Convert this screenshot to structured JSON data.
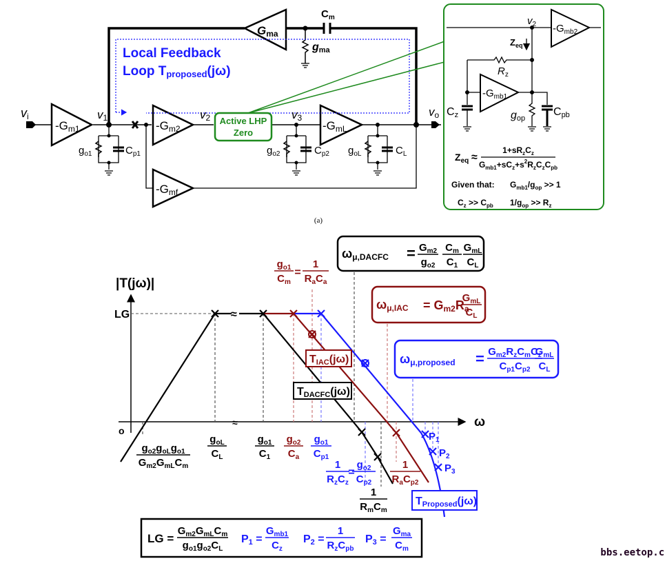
{
  "colors": {
    "black": "#000000",
    "blue": "#1a1aff",
    "darkred": "#8b1010",
    "green": "#1e8a1e",
    "gray": "#555555"
  },
  "circuit": {
    "caption": "(a)",
    "nodes": {
      "vi": "v",
      "vi_sub": "i",
      "v1": "v",
      "v1_sub": "1",
      "v2": "v",
      "v2_sub": "2",
      "v3": "v",
      "v3_sub": "3",
      "vo": "v",
      "vo_sub": "o"
    },
    "amplifiers": {
      "gm1": {
        "main": "-G",
        "sub": "m1"
      },
      "gm2": {
        "main": "-G",
        "sub": "m2"
      },
      "gml": {
        "main": "-G",
        "sub": "mL"
      },
      "gmf": {
        "main": "-G",
        "sub": "mf"
      },
      "gma": {
        "main": "G",
        "sub": "ma"
      }
    },
    "components": {
      "go1": {
        "main": "g",
        "sub": "o1"
      },
      "cp1": {
        "main": "C",
        "sub": "p1"
      },
      "go2": {
        "main": "g",
        "sub": "o2"
      },
      "cp2": {
        "main": "C",
        "sub": "p2"
      },
      "gol": {
        "main": "g",
        "sub": "oL"
      },
      "cl": {
        "main": "C",
        "sub": "L"
      },
      "cm": {
        "main": "C",
        "sub": "m"
      },
      "gma_r": {
        "main": "g",
        "sub": "ma"
      }
    },
    "local_feedback": {
      "line1": "Local Feedback",
      "line2_main": "Loop T",
      "line2_sub": "proposed",
      "line2_tail": "(jω)"
    },
    "active_zero": {
      "line1": "Active LHP",
      "line2": "Zero"
    }
  },
  "inset": {
    "v2": "v",
    "v2_sub": "2",
    "gmb2": {
      "main": "-G",
      "sub": "mb2"
    },
    "gmb1": {
      "main": "-G",
      "sub": "mb1"
    },
    "zeq": {
      "main": "Z",
      "sub": "eq"
    },
    "rz": {
      "main": "R",
      "sub": "z"
    },
    "cz": {
      "main": "C",
      "sub": "z"
    },
    "gop": {
      "main": "g",
      "sub": "op"
    },
    "cpb": {
      "main": "C",
      "sub": "pb"
    },
    "formula_lhs": "Z",
    "formula_lhs_sub": "eq",
    "approx": "≈",
    "numerator": "1+sR₂C₂",
    "numerator_parts": [
      "1+sR",
      "z",
      "C",
      "z"
    ],
    "denominator_parts": [
      "G",
      "mb1",
      "+sC",
      "z",
      "+s",
      "2",
      "R",
      "z",
      "C",
      "z",
      "C",
      "pb"
    ],
    "given_label": "Given that:",
    "given1": [
      "G",
      "mb1",
      "/g",
      "op",
      " >> 1"
    ],
    "given2": [
      "C",
      "z",
      " >> C",
      "pb"
    ],
    "given3": [
      "1/g",
      "op",
      " >> R",
      "z"
    ]
  },
  "chart_data": {
    "type": "line",
    "title": "",
    "ylabel": "|T(jω)|",
    "xlabel": "ω",
    "y_tick_labels": [
      "LG",
      "0"
    ],
    "origin_label": "o",
    "axis_break": "≈",
    "series": [
      {
        "name": "T_DACFC(jω)",
        "label_main": "T",
        "label_sub": "DACFC",
        "label_tail": "(jω)",
        "color": "#000000",
        "breakpoints": [
          "g_o2 g_oL g_o1 / G_m2 G_mL C_m (0 dB crossing, rising)",
          "g_oL/C_L",
          "g_o1/C_1",
          "ω_μ,DACFC",
          "1/R_mC_m"
        ]
      },
      {
        "name": "T_IAC(jω)",
        "label_main": "T",
        "label_sub": "IAC",
        "label_tail": "(jω)",
        "color": "#8b1010",
        "breakpoints": [
          "g_o2/C_a",
          "g_o1/C_m = 1/R_aC_a",
          "ω_μ,IAC",
          "1/R_aC_p2"
        ]
      },
      {
        "name": "T_Proposed(jω)",
        "label_main": "T",
        "label_sub": "Proposed",
        "label_tail": "(jω)",
        "color": "#1a1aff",
        "breakpoints": [
          "g_o1/C_p1",
          "1/R_zC_z = g_o2/C_p2",
          "ω_μ,proposed",
          "P1",
          "P2",
          "P3"
        ]
      }
    ],
    "x_labels": [
      {
        "num": [
          "g",
          "o2",
          "g",
          "oL",
          "g",
          "o1"
        ],
        "den": [
          "G",
          "m2",
          "G",
          "mL",
          "C",
          "m"
        ],
        "color": "#000000"
      },
      {
        "num": [
          "g",
          "oL"
        ],
        "den": [
          "C",
          "L"
        ],
        "color": "#000000"
      },
      {
        "num": [
          "g",
          "o1"
        ],
        "den": [
          "C",
          "1"
        ],
        "color": "#000000"
      },
      {
        "num": [
          "g",
          "o2"
        ],
        "den": [
          "C",
          "a"
        ],
        "color": "#8b1010"
      },
      {
        "num": [
          "g",
          "o1"
        ],
        "den": [
          "C",
          "p1"
        ],
        "color": "#1a1aff"
      },
      {
        "num": [
          "1"
        ],
        "den": [
          "R",
          "z",
          "C",
          "z"
        ],
        "eq_num": [
          "g",
          "o2"
        ],
        "eq_den": [
          "C",
          "p2"
        ],
        "color": "#1a1aff"
      },
      {
        "num": [
          "1"
        ],
        "den": [
          "R",
          "m",
          "C",
          "m"
        ],
        "color": "#000000"
      },
      {
        "num": [
          "1"
        ],
        "den": [
          "R",
          "a",
          "C",
          "p2"
        ],
        "color": "#8b1010"
      },
      {
        "top_label": [
          "g",
          "o1"
        ],
        "top_den": [
          "C",
          "m"
        ],
        "eq_num": [
          "1"
        ],
        "eq_den": [
          "R",
          "a",
          "C",
          "a"
        ],
        "color": "#8b1010"
      }
    ],
    "pole_labels": [
      {
        "main": "P",
        "sub": "1"
      },
      {
        "main": "P",
        "sub": "2"
      },
      {
        "main": "P",
        "sub": "3"
      }
    ],
    "unity_gain_boxes": [
      {
        "name": "ω_μ,DACFC",
        "lhs_main": "ω",
        "lhs_sub": "μ,DACFC",
        "expr": "= (G_m2/g_o2)(C_m/C_1)(G_mL/C_L)",
        "color": "#000000"
      },
      {
        "name": "ω_μ,IAC",
        "lhs_main": "ω",
        "lhs_sub": "μ,IAC",
        "expr": "= G_m2 R_a (G_mL/C_L)",
        "color": "#8b1010"
      },
      {
        "name": "ω_μ,proposed",
        "lhs_main": "ω",
        "lhs_sub": "μ,proposed",
        "expr": "= (G_m2 R_z C_m C_z / C_p1 C_p2)(G_mL/C_L)",
        "color": "#1a1aff"
      }
    ],
    "legend_box": {
      "lg": {
        "lhs": "LG",
        "num": [
          "G",
          "m2",
          "G",
          "mL",
          "C",
          "m"
        ],
        "den": [
          "g",
          "o1",
          "g",
          "o2",
          "C",
          "L"
        ]
      },
      "p1": {
        "lhs": "P",
        "lhs_sub": "1",
        "num": [
          "G",
          "mb1"
        ],
        "den": [
          "C",
          "z"
        ]
      },
      "p2": {
        "lhs": "P",
        "lhs_sub": "2",
        "num": [
          "1"
        ],
        "den": [
          "R",
          "z",
          "C",
          "pb"
        ]
      },
      "p3": {
        "lhs": "P",
        "lhs_sub": "3",
        "num": [
          "G",
          "ma"
        ],
        "den": [
          "C",
          "m"
        ]
      }
    }
  },
  "watermark": "bbs.eetop.cn"
}
